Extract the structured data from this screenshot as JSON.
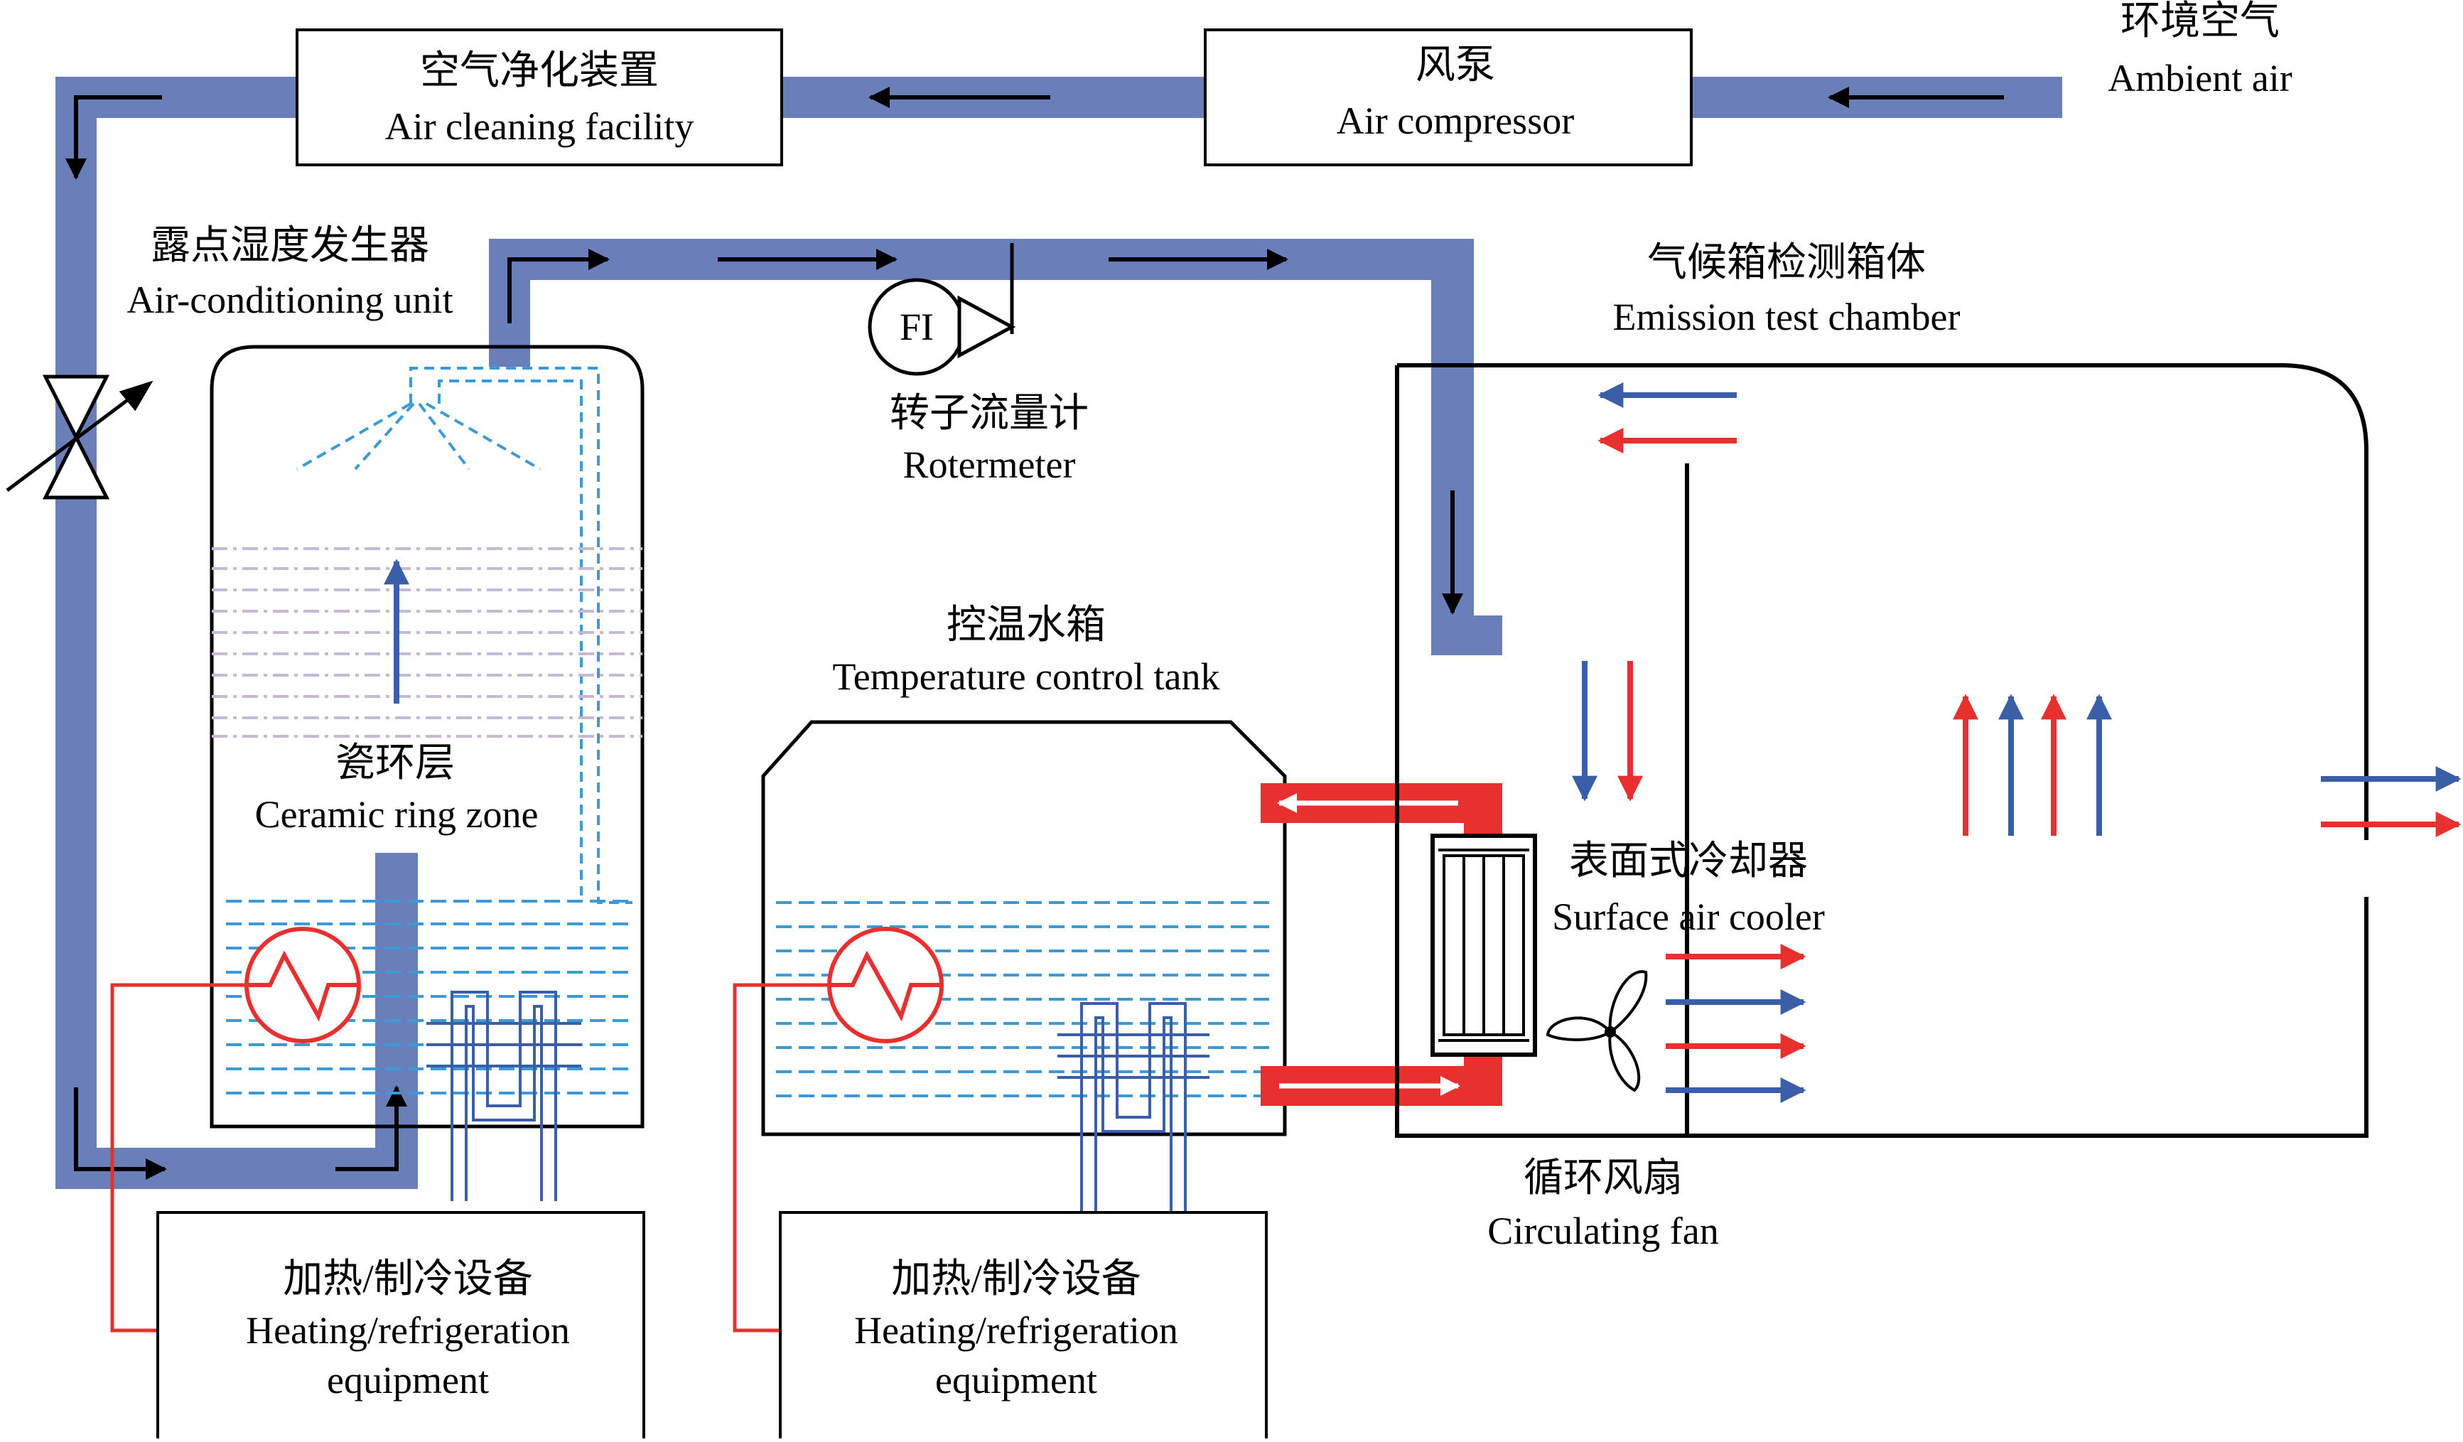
{
  "colors": {
    "air_pipe": "#6a7fba",
    "hot": "#e8302e",
    "cold": "#3b5ea8",
    "water": "#3c9ad8",
    "ceramic": "#c7b8d4",
    "outline": "#000000"
  },
  "labels": {
    "ambient_air": {
      "cn": "环境空气",
      "en": "Ambient air"
    },
    "air_compressor": {
      "cn": "风泵",
      "en": "Air compressor"
    },
    "air_cleaning": {
      "cn": "空气净化装置",
      "en": "Air cleaning facility"
    },
    "dew_point": {
      "cn": "露点湿度发生器",
      "en": "Air-conditioning unit"
    },
    "flowmeter": {
      "symbol": "FI",
      "cn": "转子流量计",
      "en": "Rotermeter"
    },
    "chamber": {
      "cn": "气候箱检测箱体",
      "en": "Emission test chamber"
    },
    "ceramic": {
      "cn": "瓷环层",
      "en": "Ceramic ring zone"
    },
    "temp_tank": {
      "cn": "控温水箱",
      "en": "Temperature control tank"
    },
    "cooler": {
      "cn": "表面式冷却器",
      "en": "Surface air cooler"
    },
    "fan": {
      "cn": "循环风扇",
      "en": "Circulating fan"
    },
    "heating_left": {
      "cn": "加热/制冷设备",
      "en1": "Heating/refrigeration",
      "en2": "equipment"
    },
    "heating_mid": {
      "cn": "加热/制冷设备",
      "en1": "Heating/refrigeration",
      "en2": "equipment"
    }
  }
}
